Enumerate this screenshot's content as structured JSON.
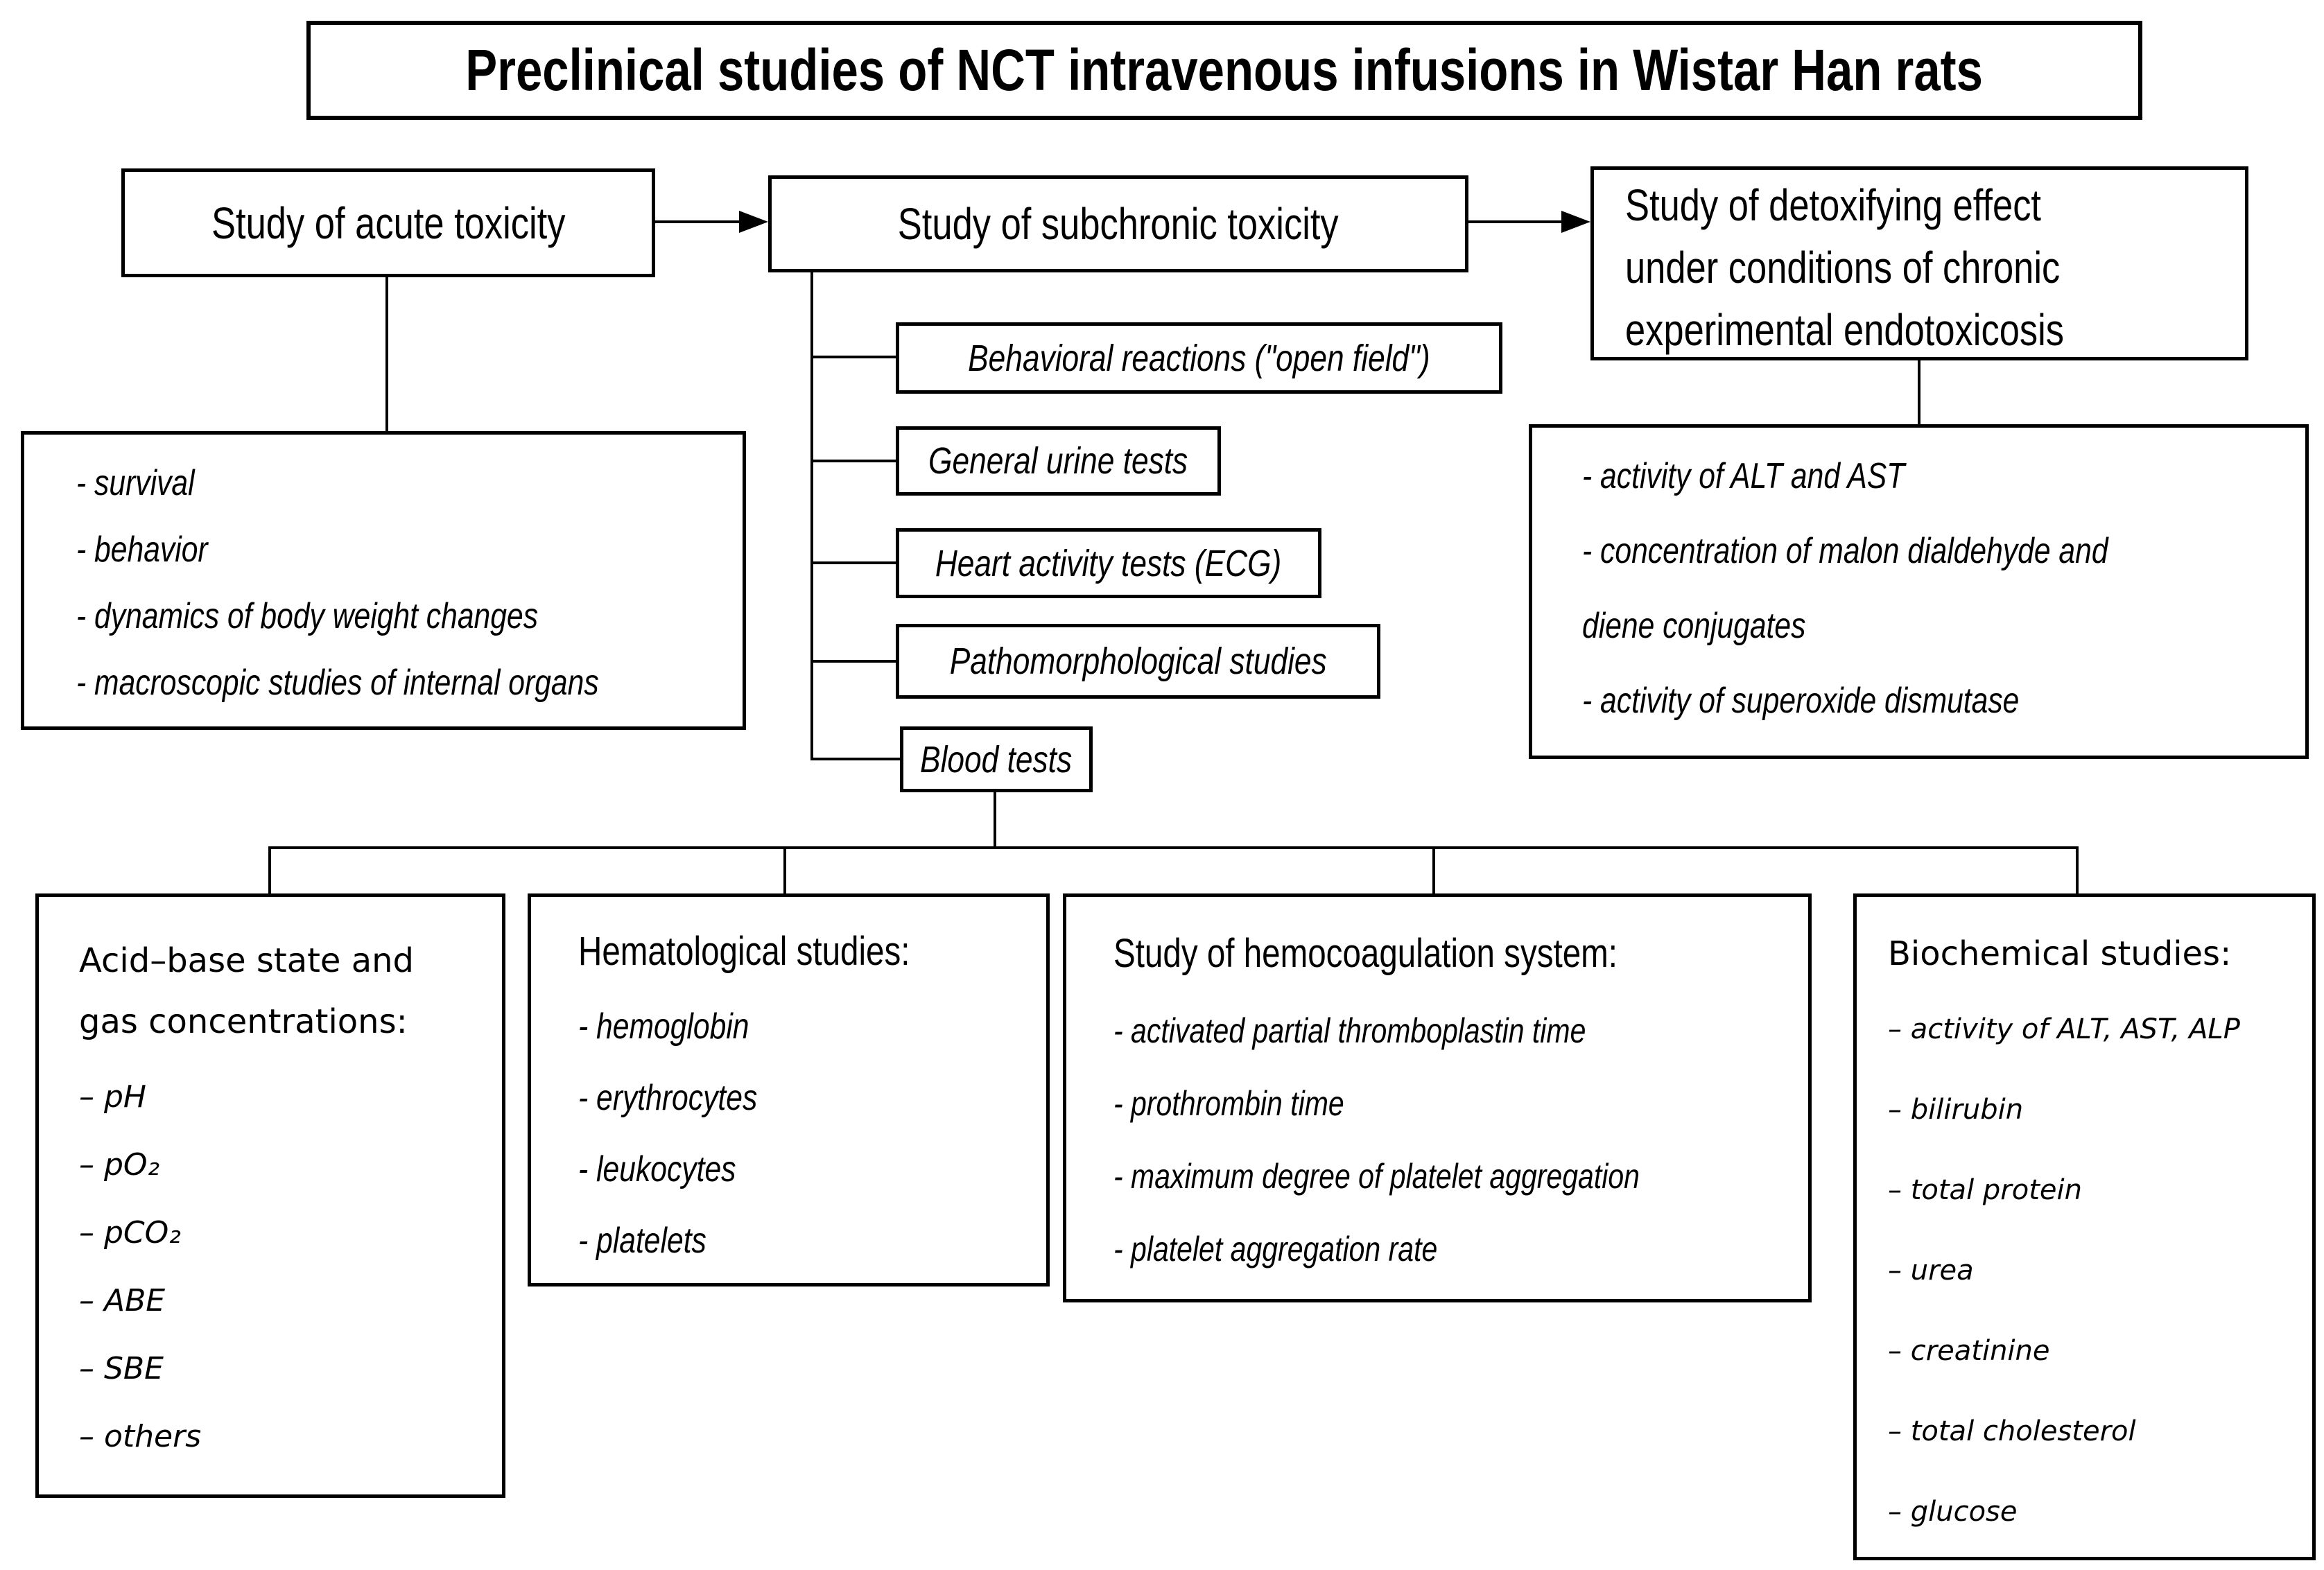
{
  "title": "Preclinical studies of NCT intravenous infusions in Wistar Han rats",
  "flow": {
    "acute": "Study of acute toxicity",
    "subchronic": "Study of subchronic toxicity",
    "detox": "Study of detoxifying effect\nunder conditions of chronic\nexperimental endotoxicosis"
  },
  "acute_details": {
    "items": [
      "- survival",
      "- behavior",
      "- dynamics of body weight changes",
      "- macroscopic studies of internal organs"
    ]
  },
  "subchronic_details": {
    "behavioral": "Behavioral reactions (\"open field\")",
    "urine": "General urine tests",
    "heart": "Heart activity tests (ECG)",
    "pathomorphological": "Pathomorphological studies",
    "blood": "Blood tests"
  },
  "detox_details": {
    "items": [
      "- activity of ALT and AST",
      "- concentration of malon dialdehyde and\ndiene conjugates",
      "- activity of superoxide dismutase"
    ]
  },
  "blood_details": {
    "acid_base": {
      "header": "Acid–base state and\ngas concentrations:",
      "items": [
        "– pH",
        "– pO₂",
        "– pCO₂",
        "– ABE",
        "– SBE",
        "– others"
      ]
    },
    "hematological": {
      "header": "Hematological studies:",
      "items": [
        "- hemoglobin",
        "- erythrocytes",
        "- leukocytes",
        "- platelets"
      ]
    },
    "hemocoagulation": {
      "header": "Study of hemocoagulation system:",
      "items": [
        "- activated partial thromboplastin time",
        "- prothrombin time",
        "- maximum degree of platelet aggregation",
        "- platelet aggregation rate"
      ]
    },
    "biochemical": {
      "header": "Biochemical studies:",
      "items": [
        "– activity of ALT, AST, ALP",
        "– bilirubin",
        "– total protein",
        "– urea",
        "– creatinine",
        "– total cholesterol",
        "– glucose"
      ]
    }
  }
}
